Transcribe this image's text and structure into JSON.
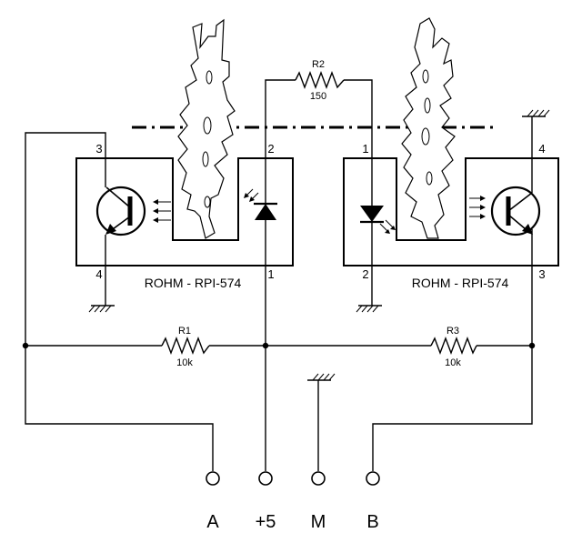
{
  "components": {
    "r1": {
      "ref": "R1",
      "value": "10k"
    },
    "r2": {
      "ref": "R2",
      "value": "150"
    },
    "r3": {
      "ref": "R3",
      "value": "10k"
    }
  },
  "sensors": {
    "left": {
      "part": "ROHM - RPI-574",
      "pins": [
        "3",
        "2",
        "4",
        "1"
      ]
    },
    "right": {
      "part": "ROHM - RPI-574",
      "pins": [
        "1",
        "4",
        "2",
        "3"
      ]
    }
  },
  "terminals": [
    "A",
    "+5",
    "M",
    "B"
  ],
  "icons": [
    "ground-icon",
    "phototransistor-icon",
    "led-icon",
    "encoder-blade-icon"
  ]
}
